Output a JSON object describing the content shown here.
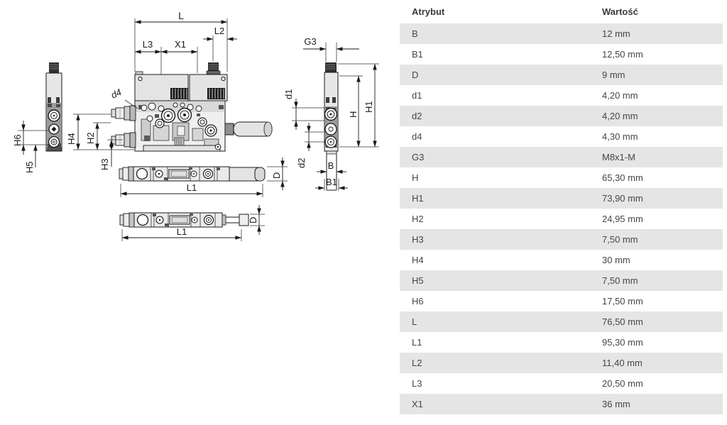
{
  "drawing": {
    "labels": {
      "L": "L",
      "L2": "L2",
      "L3": "L3",
      "X1": "X1",
      "d4": "d4",
      "H4": "H4",
      "H2": "H2",
      "H3": "H3",
      "H6": "H6",
      "H5": "H5",
      "G3": "G3",
      "d1": "d1",
      "d2": "d2",
      "H": "H",
      "H1": "H1",
      "B": "B",
      "B1": "B1",
      "D_top": "D",
      "D_bottom": "D",
      "L1_top": "L1",
      "L1_bottom": "L1"
    }
  },
  "table": {
    "header": {
      "attribute": "Atrybut",
      "value": "Wartość"
    },
    "row_colors": {
      "shaded": "#e5e5e5",
      "plain": "#ffffff"
    },
    "text_color": "#464646",
    "rows": [
      {
        "attribute": "B",
        "value": "12 mm"
      },
      {
        "attribute": "B1",
        "value": "12,50 mm"
      },
      {
        "attribute": "D",
        "value": "9 mm"
      },
      {
        "attribute": "d1",
        "value": "4,20 mm"
      },
      {
        "attribute": "d2",
        "value": "4,20 mm"
      },
      {
        "attribute": "d4",
        "value": "4,30 mm"
      },
      {
        "attribute": "G3",
        "value": "M8x1-M"
      },
      {
        "attribute": "H",
        "value": "65,30 mm"
      },
      {
        "attribute": "H1",
        "value": "73,90 mm"
      },
      {
        "attribute": "H2",
        "value": "24,95 mm"
      },
      {
        "attribute": "H3",
        "value": "7,50 mm"
      },
      {
        "attribute": "H4",
        "value": "30 mm"
      },
      {
        "attribute": "H5",
        "value": "7,50 mm"
      },
      {
        "attribute": "H6",
        "value": "17,50 mm"
      },
      {
        "attribute": "L",
        "value": "76,50 mm"
      },
      {
        "attribute": "L1",
        "value": "95,30 mm"
      },
      {
        "attribute": "L2",
        "value": "11,40 mm"
      },
      {
        "attribute": "L3",
        "value": "20,50 mm"
      },
      {
        "attribute": "X1",
        "value": "36 mm"
      }
    ]
  }
}
